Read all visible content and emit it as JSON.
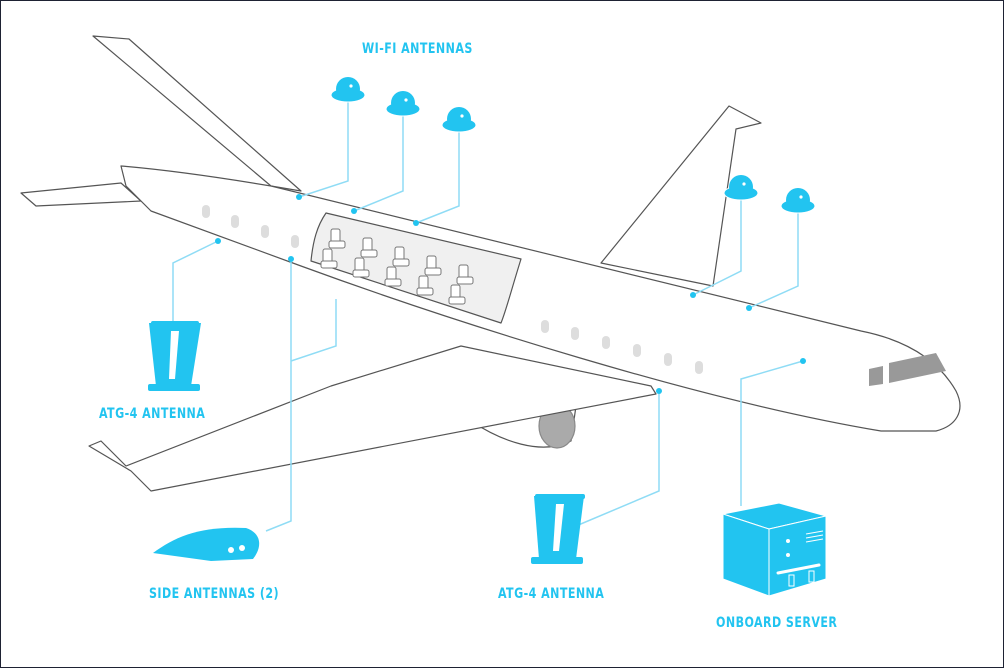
{
  "labels": {
    "wifi": "WI-FI ANTENNAS",
    "atg_left": "ATG-4 ANTENNA",
    "side": "SIDE ANTENNAS (2)",
    "atg_center": "ATG-4 ANTENNA",
    "server": "ONBOARD SERVER"
  },
  "colors": {
    "accent": "#22c4f0",
    "outline": "#555555",
    "fuselage": "#ffffff",
    "window": "#d8d8d8",
    "frame": "#1e2233"
  }
}
